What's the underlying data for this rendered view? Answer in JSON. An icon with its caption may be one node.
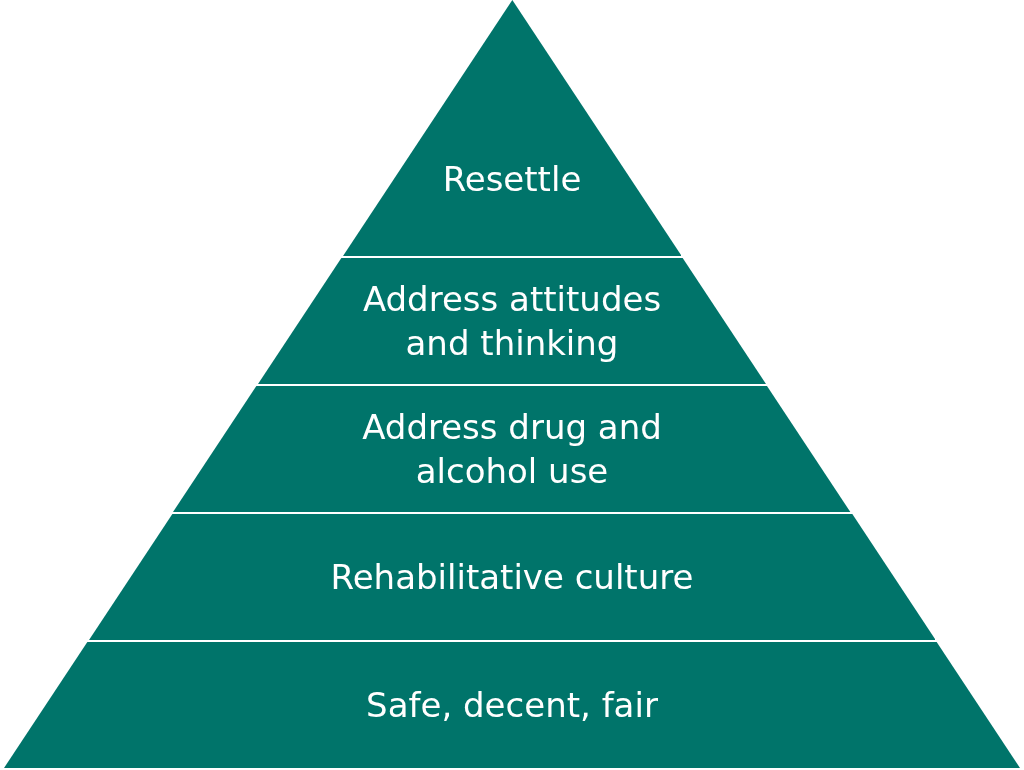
{
  "diagram": {
    "nodes": [
      {
        "text": [
          "Resettle"
        ]
      },
      {
        "text": [
          "Address attitudes and thinking"
        ]
      },
      {
        "text": [
          "Address drug and alcohol use"
        ]
      },
      {
        "text": [
          "Rehabilitative culture"
        ]
      },
      {
        "text": [
          "Safe, decent, fair"
        ]
      }
    ],
    "edges": []
  }
}
